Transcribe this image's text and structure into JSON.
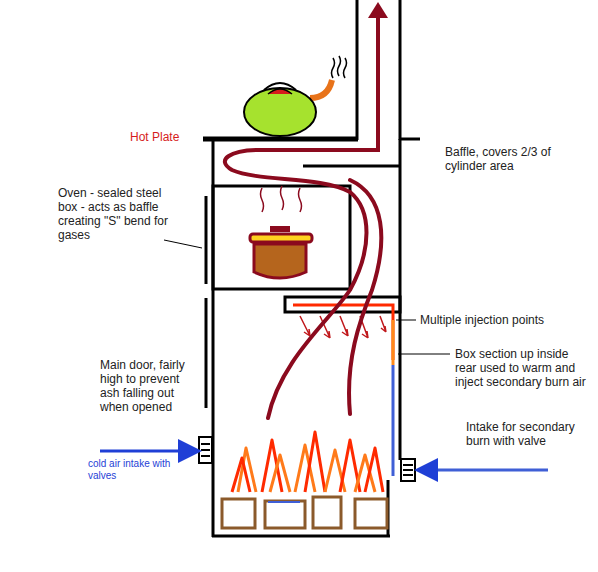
{
  "diagram": {
    "labels": [
      "Hot Plate",
      "Baffle, covers 2/3 of cylinder area",
      "Oven - sealed steel box - acts as baffle creating \"S\" bend for gases",
      "Multiple injection points",
      "Box section up inside rear used to warm and inject secondary burn air",
      "Main door, fairly high to prevent ash falling out when opened",
      "Intake for secondary burn with valve",
      "cold air intake with valves"
    ]
  }
}
